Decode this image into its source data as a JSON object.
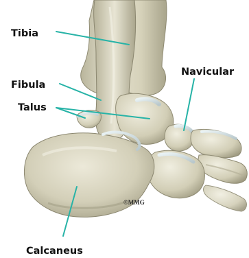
{
  "labels": {
    "tibia": "Tibia",
    "fibula": "Fibula",
    "talus": "Talus",
    "navicular": "Navicular",
    "calcaneus": "Calcaneus"
  },
  "copyright": "©MMG",
  "colors": {
    "leader": "#27b3a7",
    "bone_light": "#e7e4d3",
    "bone_mid": "#cfcbb2",
    "bone_dark": "#9e9a82",
    "text": "#111111"
  }
}
